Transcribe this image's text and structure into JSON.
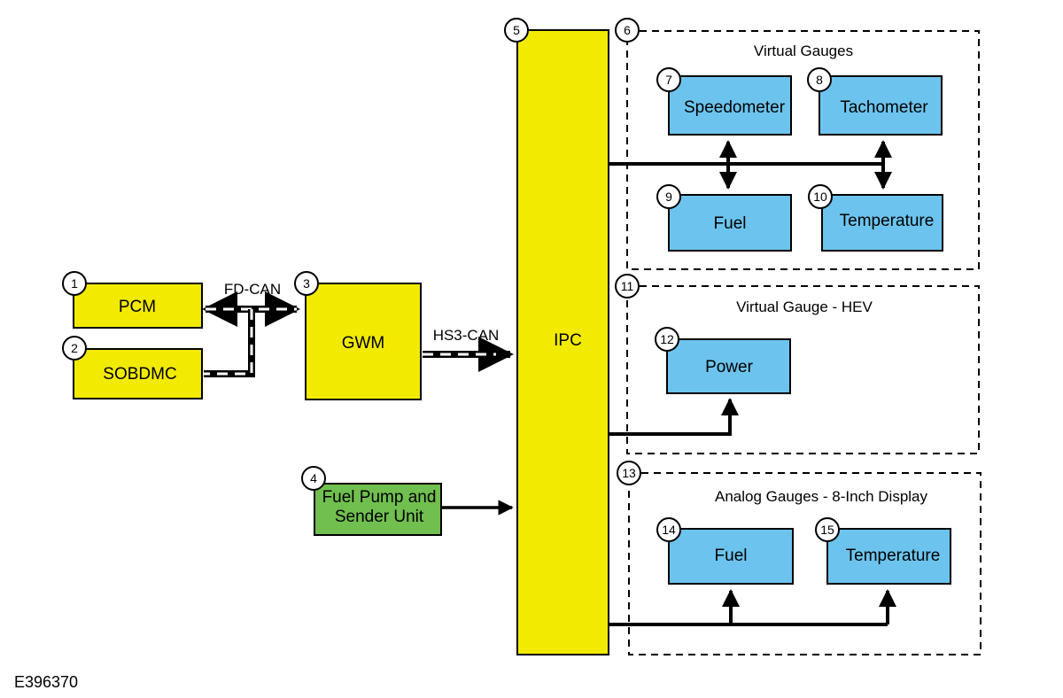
{
  "figure_id": "E396370",
  "colors": {
    "module": "#f2ea00",
    "sensor": "#70bf4f",
    "gauge": "#6cc4ee"
  },
  "modules": {
    "pcm": {
      "label": "PCM",
      "number": "1"
    },
    "sobdmc": {
      "label": "SOBDMC",
      "number": "2"
    },
    "gwm": {
      "label": "GWM",
      "number": "3"
    },
    "fuel_pump": {
      "label_line1": "Fuel Pump and",
      "label_line2": "Sender Unit",
      "number": "4"
    },
    "ipc": {
      "label": "IPC",
      "number": "5"
    }
  },
  "buses": {
    "fd_can": "FD-CAN",
    "hs3_can": "HS3-CAN"
  },
  "groups": {
    "virtual_gauges": {
      "title": "Virtual Gauges",
      "number": "6",
      "items": [
        {
          "label": "Speedometer",
          "number": "7"
        },
        {
          "label": "Tachometer",
          "number": "8"
        },
        {
          "label": "Fuel",
          "number": "9"
        },
        {
          "label": "Temperature",
          "number": "10"
        }
      ]
    },
    "virtual_gauge_hev": {
      "title": "Virtual Gauge - HEV",
      "number": "11",
      "items": [
        {
          "label": "Power",
          "number": "12"
        }
      ]
    },
    "analog_gauges": {
      "title": "Analog Gauges - 8-Inch Display",
      "number": "13",
      "items": [
        {
          "label": "Fuel",
          "number": "14"
        },
        {
          "label": "Temperature",
          "number": "15"
        }
      ]
    }
  }
}
